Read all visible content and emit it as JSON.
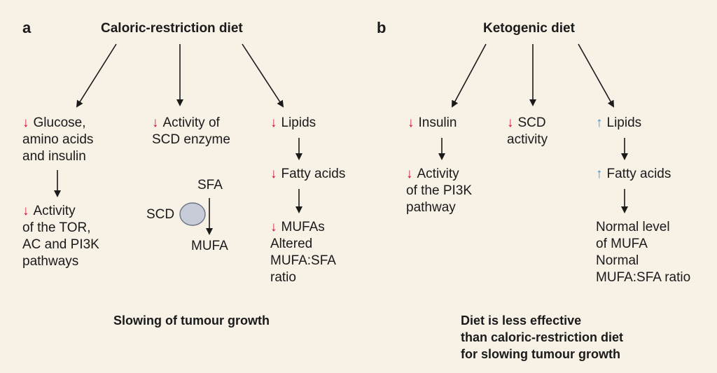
{
  "colors": {
    "background": "#f7f1e6",
    "decrease": "#c8102e",
    "increase": "#3d8ec9",
    "enzyme": "#c7ccd8"
  },
  "icons": {
    "decrease": "red-down-arrow-icon",
    "increase": "blue-up-arrow-icon",
    "enzyme": "scd-enzyme-ellipse-icon"
  },
  "panel_a": {
    "letter": "a",
    "title": "Caloric-restriction diet",
    "glucose": {
      "indicator": "↓",
      "lines": [
        "Glucose,",
        "amino acids",
        "and insulin"
      ]
    },
    "tor": {
      "indicator": "↓",
      "lines": [
        "Activity",
        "of the TOR,",
        "AC and PI3K",
        "pathways"
      ]
    },
    "scd_enzyme": {
      "indicator": "↓",
      "lines": [
        "Activity of",
        "SCD enzyme"
      ]
    },
    "sfa": "SFA",
    "scd": "SCD",
    "mufa": "MUFA",
    "lipids": {
      "indicator": "↓",
      "text": "Lipids"
    },
    "fatty_acids": {
      "indicator": "↓",
      "text": "Fatty acids"
    },
    "mufas": {
      "indicator": "↓",
      "lines": [
        "MUFAs",
        "Altered",
        "MUFA:SFA",
        "ratio"
      ]
    },
    "conclusion": "Slowing of tumour growth"
  },
  "panel_b": {
    "letter": "b",
    "title": "Ketogenic diet",
    "insulin": {
      "indicator": "↓",
      "text": "Insulin"
    },
    "pi3k": {
      "indicator": "↓",
      "lines": [
        "Activity",
        "of the PI3K",
        "pathway"
      ]
    },
    "scd_activity": {
      "indicator": "↓",
      "lines": [
        "SCD",
        "activity"
      ]
    },
    "lipids": {
      "indicator": "↑",
      "text": "Lipids"
    },
    "fatty_acids": {
      "indicator": "↑",
      "text": "Fatty acids"
    },
    "normal": {
      "lines": [
        "Normal level",
        "of MUFA",
        "Normal",
        "MUFA:SFA ratio"
      ]
    },
    "conclusion": [
      "Diet is less effective",
      "than caloric-restriction diet",
      "for slowing tumour growth"
    ]
  }
}
